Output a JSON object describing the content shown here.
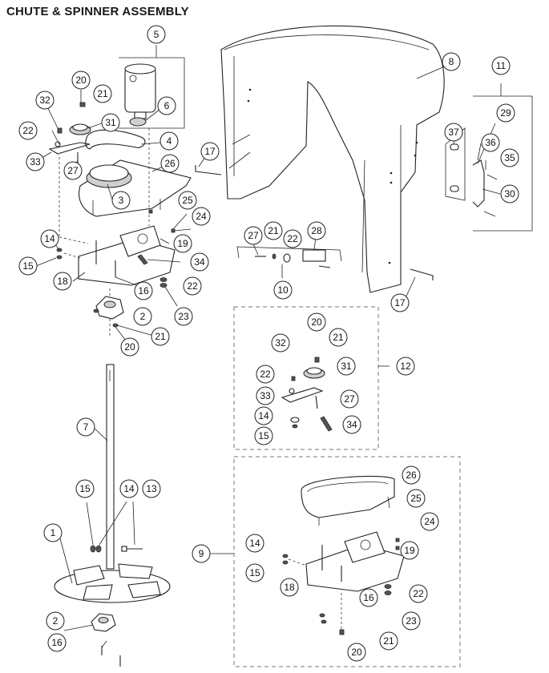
{
  "title": "CHUTE & SPINNER ASSEMBLY",
  "callouts": [
    "1",
    "2",
    "3",
    "4",
    "5",
    "6",
    "7",
    "8",
    "9",
    "10",
    "11",
    "12",
    "13",
    "14",
    "15",
    "16",
    "17",
    "18",
    "19",
    "20",
    "21",
    "22",
    "23",
    "24",
    "25",
    "26",
    "27",
    "28",
    "29",
    "30",
    "31",
    "32",
    "33",
    "34",
    "35",
    "36",
    "37"
  ]
}
